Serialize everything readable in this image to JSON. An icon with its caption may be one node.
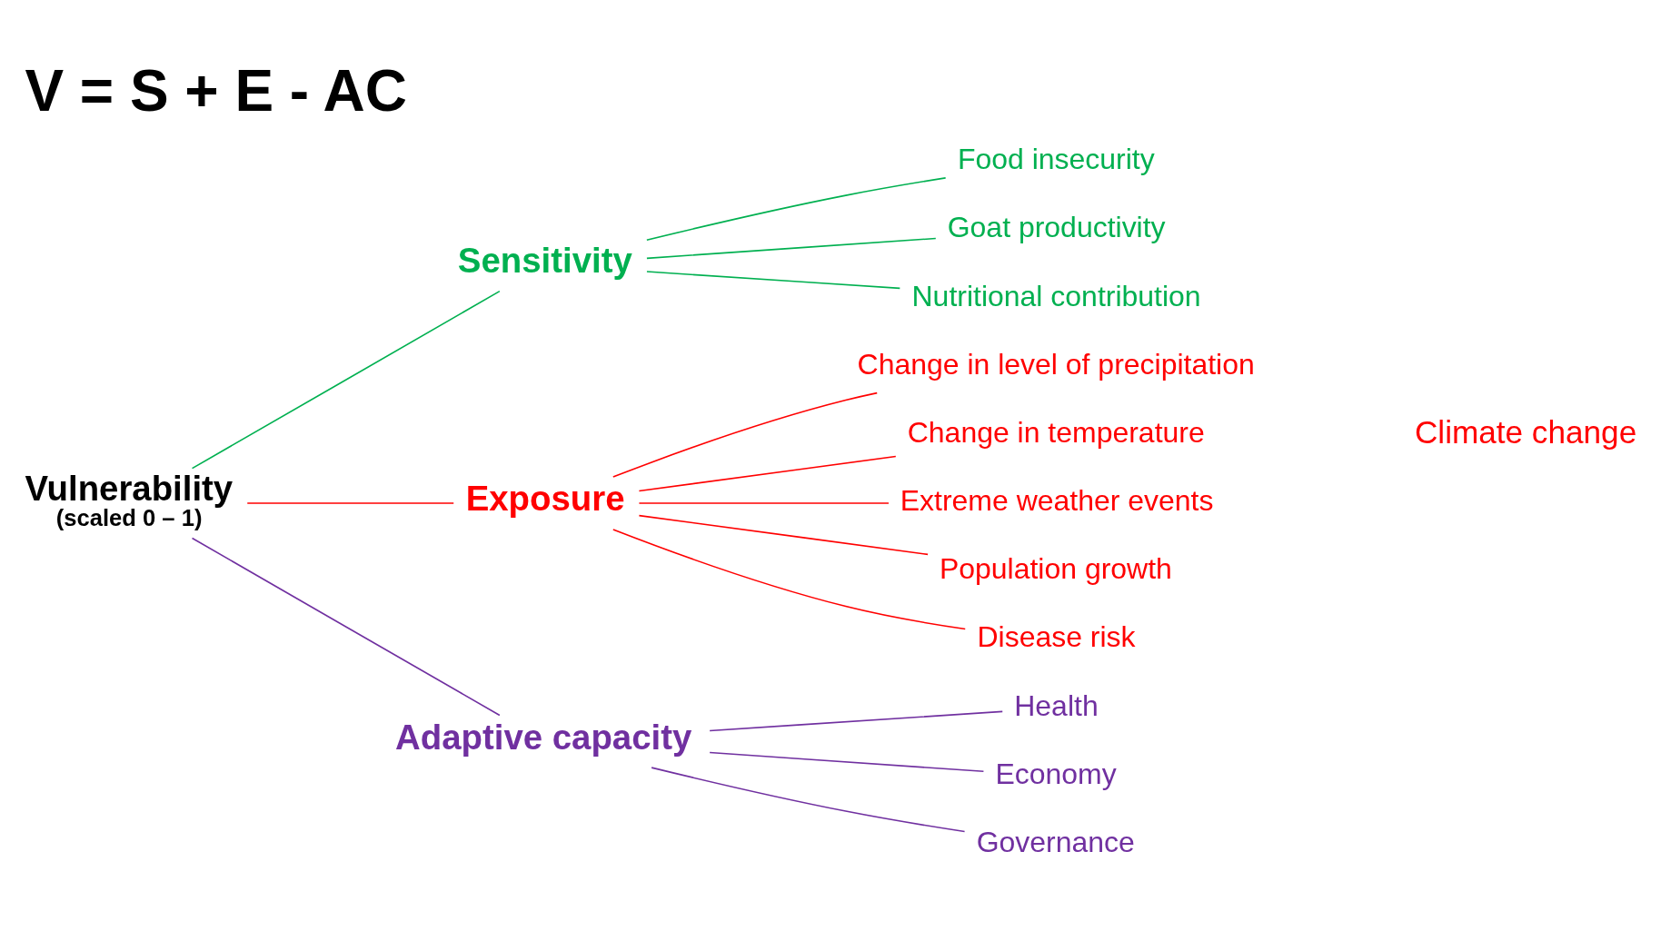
{
  "diagram": {
    "title": "V = S + E - AC",
    "nodes": [
      {
        "text": [
          "Vulnerability",
          "(scaled 0 – 1)"
        ]
      },
      {
        "text": [
          "Sensitivity"
        ]
      },
      {
        "text": [
          "Exposure"
        ]
      },
      {
        "text": [
          "Adaptive capacity"
        ]
      },
      {
        "text": [
          "Food insecurity"
        ]
      },
      {
        "text": [
          "Goat productivity"
        ]
      },
      {
        "text": [
          "Nutritional contribution"
        ]
      },
      {
        "text": [
          "Change in level of precipitation"
        ]
      },
      {
        "text": [
          "Change in temperature"
        ]
      },
      {
        "text": [
          "Extreme weather events"
        ]
      },
      {
        "text": [
          "Population growth"
        ]
      },
      {
        "text": [
          "Disease risk"
        ]
      },
      {
        "text": [
          "Health"
        ]
      },
      {
        "text": [
          "Economy"
        ]
      },
      {
        "text": [
          "Governance"
        ]
      }
    ],
    "edges": [
      {
        "from": 0,
        "to": 1,
        "arrow": "none",
        "color": "#00b050"
      },
      {
        "from": 0,
        "to": 2,
        "arrow": "none"
      },
      {
        "from": 0,
        "to": 3,
        "arrow": "none",
        "color": "#7030a0"
      },
      {
        "from": 1,
        "to": 4,
        "arrow": "none",
        "color": "#00b050"
      },
      {
        "from": 1,
        "to": 5,
        "arrow": "none",
        "color": "#00b050"
      },
      {
        "from": 1,
        "to": 6,
        "arrow": "none",
        "color": "#00b050"
      },
      {
        "from": 2,
        "to": 7,
        "arrow": "none"
      },
      {
        "from": 2,
        "to": 8,
        "arrow": "none"
      },
      {
        "from": 2,
        "to": 9,
        "arrow": "none"
      },
      {
        "from": 2,
        "to": 10,
        "arrow": "none"
      },
      {
        "from": 2,
        "to": 11,
        "arrow": "none"
      },
      {
        "from": 3,
        "to": 12,
        "arrow": "none",
        "color": "#7030a0"
      },
      {
        "from": 3,
        "to": 13,
        "arrow": "none",
        "color": "#7030a0"
      },
      {
        "from": 3,
        "to": 14,
        "arrow": "none",
        "color": "#7030a0"
      }
    ],
    "labels": [
      "Climate change"
    ]
  }
}
